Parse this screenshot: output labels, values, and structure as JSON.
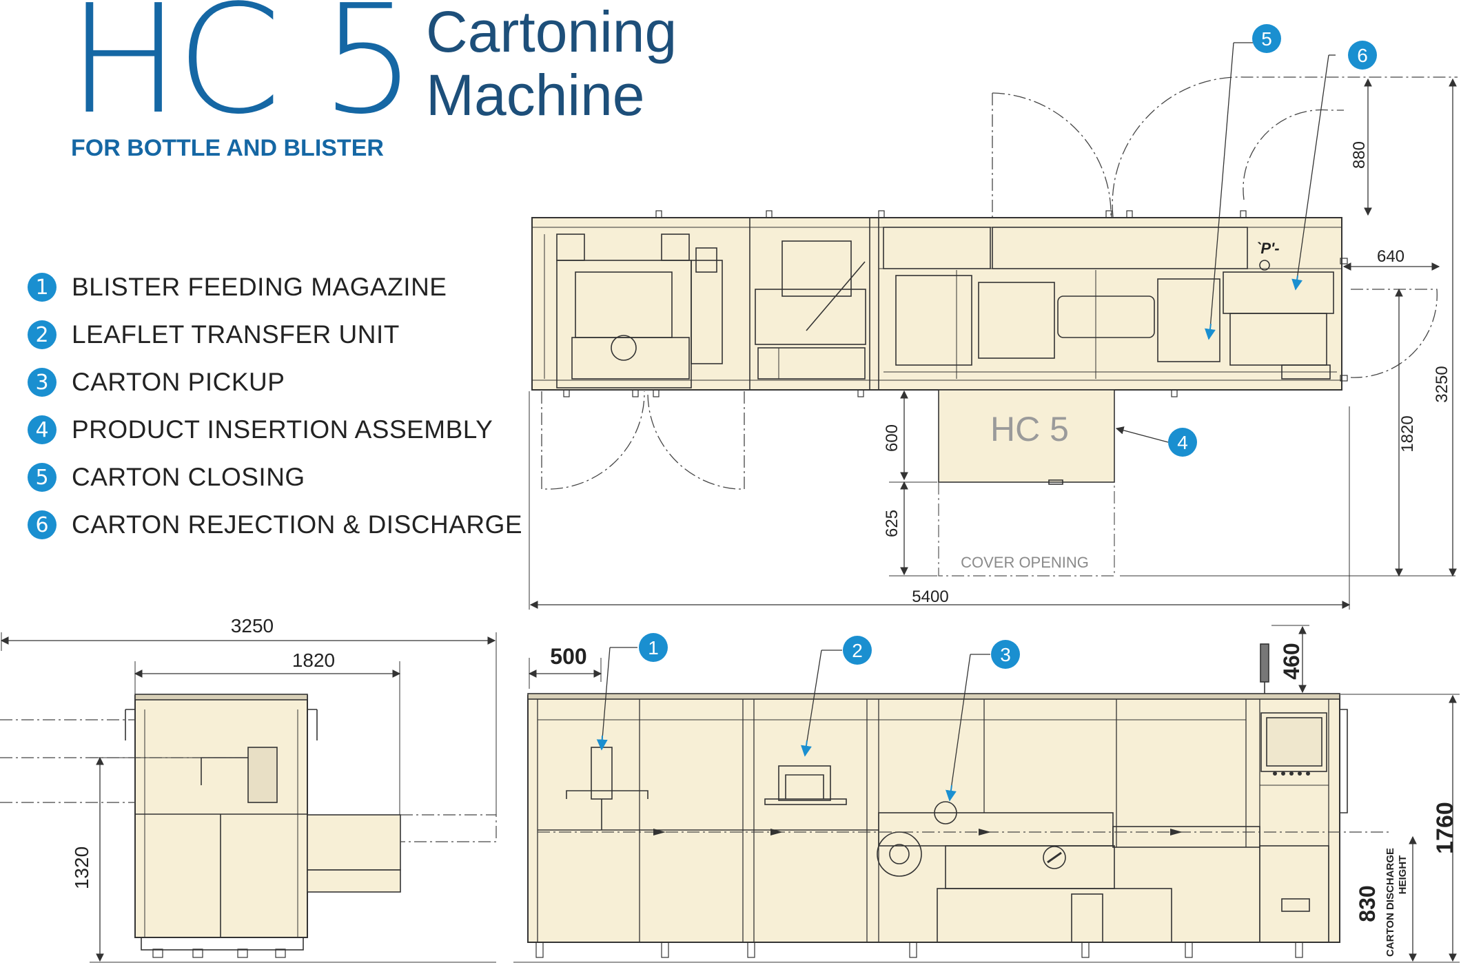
{
  "header": {
    "model": "HC 5",
    "title_line1": "Cartoning",
    "title_line2": "Machine",
    "tagline": "FOR BOTTLE  AND BLISTER"
  },
  "legend": [
    {
      "num": "1",
      "label": "BLISTER FEEDING MAGAZINE"
    },
    {
      "num": "2",
      "label": "LEAFLET TRANSFER UNIT"
    },
    {
      "num": "3",
      "label": "CARTON PICKUP"
    },
    {
      "num": "4",
      "label": "PRODUCT INSERTION ASSEMBLY"
    },
    {
      "num": "5",
      "label": "CARTON CLOSING"
    },
    {
      "num": "6",
      "label": "CARTON REJECTION & DISCHARGE"
    }
  ],
  "top_view": {
    "machine_label": "HC 5",
    "cover_opening": "COVER OPENING",
    "p_mark": "`P'-",
    "dims": {
      "d880": "880",
      "d640": "640",
      "d3250": "3250",
      "d1820": "1820",
      "d600": "600",
      "d625": "625",
      "d5400": "5400"
    },
    "callouts": {
      "c4": "4",
      "c5": "5",
      "c6": "6"
    }
  },
  "side_view": {
    "dims": {
      "d3250": "3250",
      "d1820": "1820",
      "d1320": "1320"
    }
  },
  "front_view": {
    "dims": {
      "d500": "500",
      "d460": "460",
      "d1760": "1760",
      "d830": "830"
    },
    "discharge_label_1": "CARTON DISCHARGE",
    "discharge_label_2": "HEIGHT",
    "callouts": {
      "c1": "1",
      "c2": "2",
      "c3": "3"
    }
  },
  "colors": {
    "brand_blue": "#1567a4",
    "callout_blue": "#1a8fd0",
    "machine_fill": "#f7efd6",
    "line": "#333333"
  }
}
